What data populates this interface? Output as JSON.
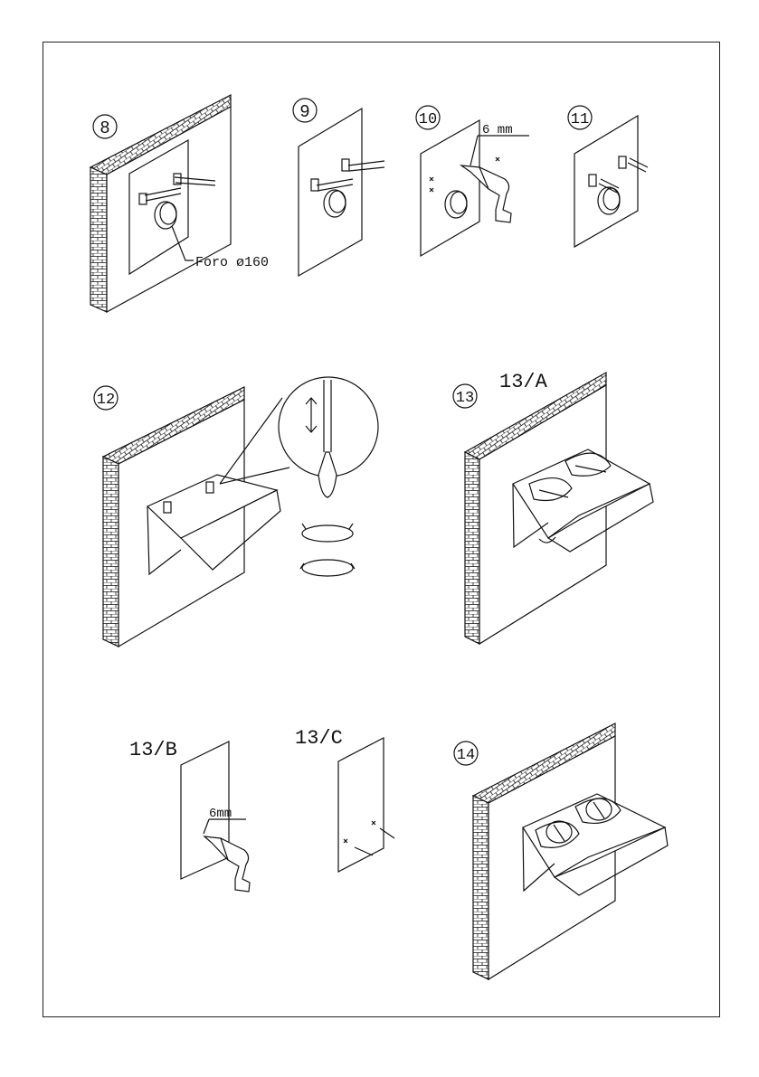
{
  "steps": [
    {
      "number": "8",
      "label": ""
    },
    {
      "number": "9",
      "label": ""
    },
    {
      "number": "10",
      "label": ""
    },
    {
      "number": "11",
      "label": ""
    },
    {
      "number": "12",
      "label": ""
    },
    {
      "number": "13",
      "label": "13/A"
    },
    {
      "number": "",
      "label": "13/B"
    },
    {
      "number": "",
      "label": "13/C"
    },
    {
      "number": "14",
      "label": ""
    }
  ],
  "annotations": {
    "hole_note": "Foro ø160",
    "drill_size_10": "6 mm",
    "drill_size_13b": "6mm"
  },
  "colors": {
    "line": "#111111",
    "paper": "#ffffff",
    "frame": "#222222"
  }
}
